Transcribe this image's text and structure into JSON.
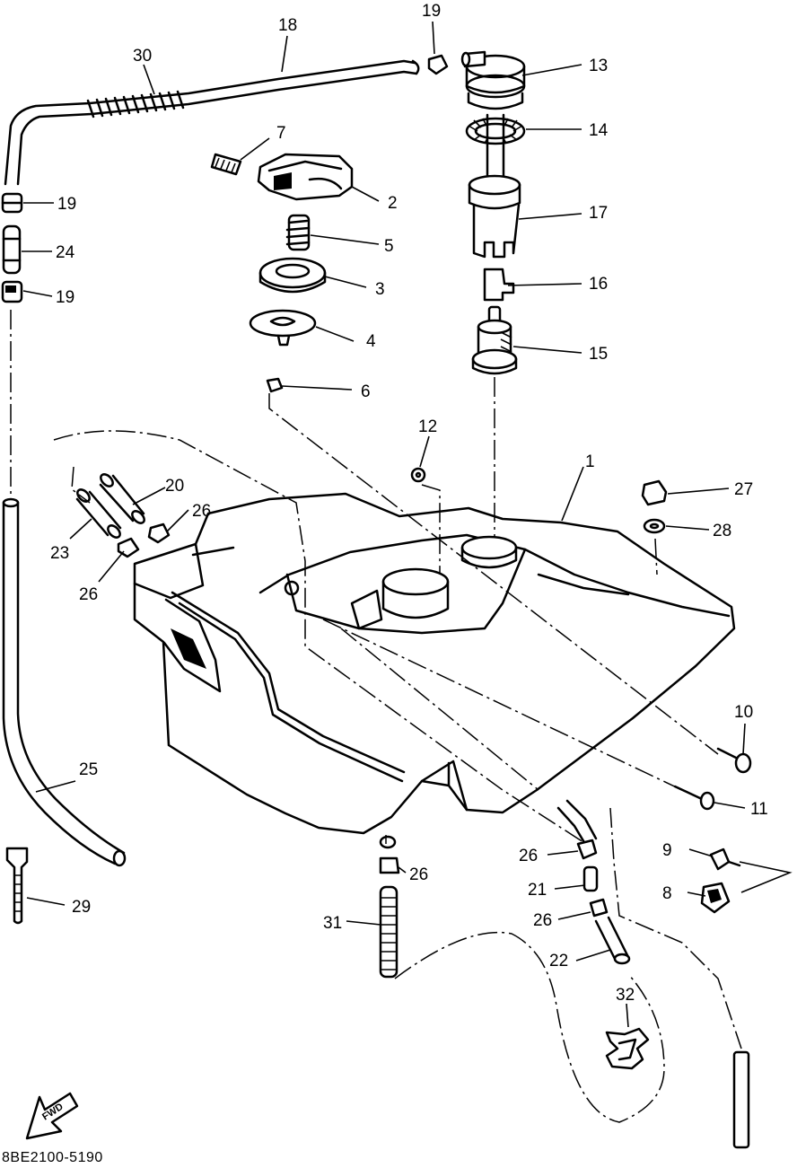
{
  "diagram": {
    "document_code": "8BE2100-5190",
    "fwd_label": "FWD",
    "callouts": {
      "c1": "1",
      "c2": "2",
      "c3": "3",
      "c4": "4",
      "c5": "5",
      "c6": "6",
      "c7": "7",
      "c8": "8",
      "c9": "9",
      "c10": "10",
      "c11": "11",
      "c12": "12",
      "c13": "13",
      "c14": "14",
      "c15": "15",
      "c16": "16",
      "c17": "17",
      "c18": "18",
      "c19a": "19",
      "c19b": "19",
      "c19c": "19",
      "c20": "20",
      "c21": "21",
      "c22": "22",
      "c23": "23",
      "c24": "24",
      "c25": "25",
      "c26a": "26",
      "c26b": "26",
      "c26c": "26",
      "c26d": "26",
      "c26e": "26",
      "c27": "27",
      "c28": "28",
      "c29": "29",
      "c30": "30",
      "c31": "31",
      "c32": "32"
    }
  }
}
